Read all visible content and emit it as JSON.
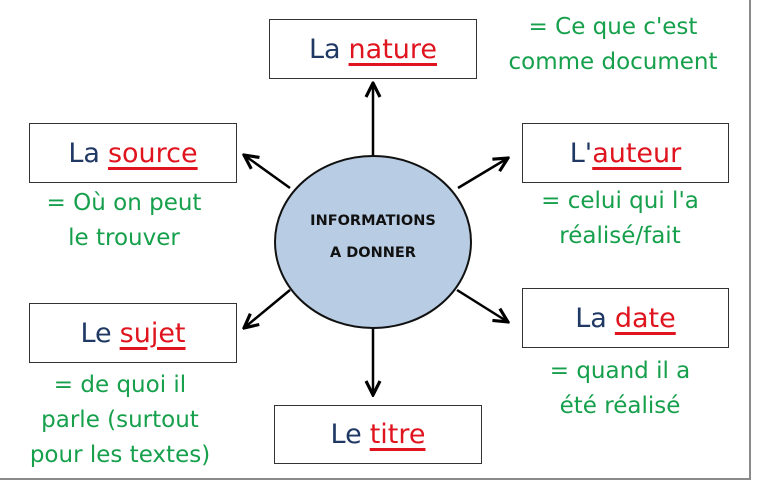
{
  "center": {
    "line1": "INFORMATIONS",
    "line2": "A DONNER",
    "fill": "#b8cce4"
  },
  "nodes": {
    "nature": {
      "article": "La",
      "keyword": "nature",
      "desc": [
        "= Ce que c'est",
        "comme document"
      ]
    },
    "source": {
      "article": "La",
      "keyword": "source",
      "desc": [
        "= Où on peut",
        "le trouver"
      ]
    },
    "auteur": {
      "article": "L'",
      "keyword": "auteur",
      "desc": [
        "= celui qui l'a",
        "réalisé/fait"
      ]
    },
    "sujet": {
      "article": "Le",
      "keyword": "sujet",
      "desc": [
        "= de quoi il",
        "parle (surtout",
        "pour les textes)"
      ]
    },
    "date": {
      "article": "La",
      "keyword": "date",
      "desc": [
        "= quand il a",
        "été réalisé"
      ]
    },
    "titre": {
      "article": "Le",
      "keyword": "titre",
      "desc": []
    }
  },
  "colors": {
    "article": "#1f3864",
    "keyword": "#e0141e",
    "desc": "#16a04c"
  }
}
